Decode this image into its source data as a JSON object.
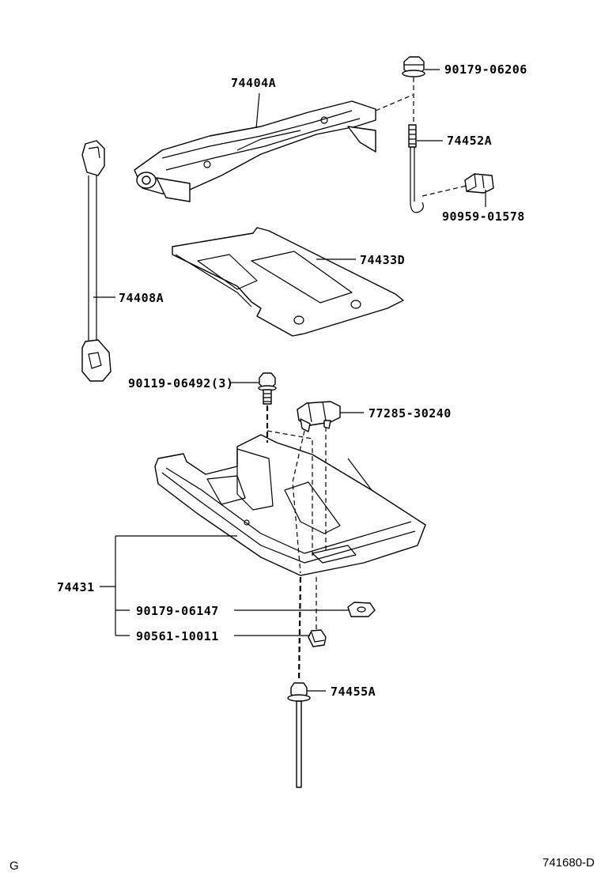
{
  "parts": {
    "p74404A": "74404A",
    "p90179_06206": "90179-06206",
    "p74452A": "74452A",
    "p90959_01578": "90959-01578",
    "p74433D": "74433D",
    "p74408A": "74408A",
    "p90119_06492": "90119-06492(3)",
    "p77285_30240": "77285-30240",
    "p74431": "74431",
    "p90179_06147": "90179-06147",
    "p90561_10011": "90561-10011",
    "p74455A": "74455A"
  },
  "footer": {
    "left_code": "G",
    "right_code": "741680-D"
  }
}
